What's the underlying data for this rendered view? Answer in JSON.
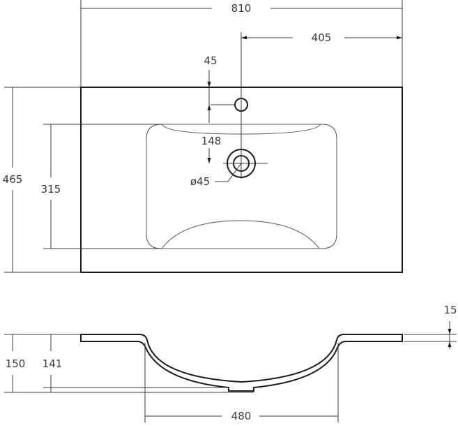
{
  "dimensions": {
    "overall_width": "810",
    "half_width": "405",
    "faucet_hole_offset": "45",
    "drain_offset": "148",
    "drain_diameter": "ø45",
    "overall_depth": "465",
    "bowl_depth": "315",
    "rim_thickness": "15",
    "total_height": "150",
    "bowl_height": "141",
    "bowl_width": "480"
  }
}
